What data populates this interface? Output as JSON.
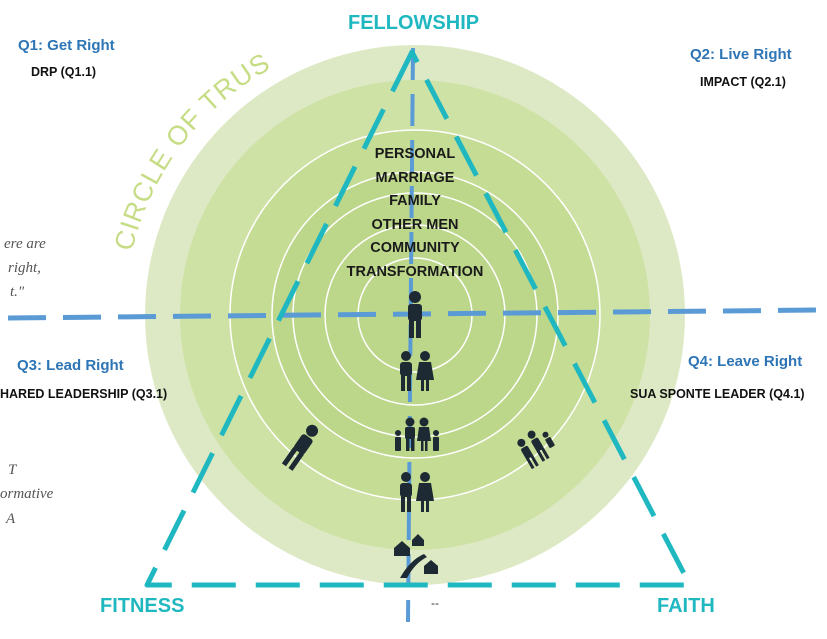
{
  "vertices": {
    "top": "FELLOWSHIP",
    "bottom_left": "FITNESS",
    "bottom_right": "FAITH"
  },
  "circle_label": "CIRCLE OF TRUST",
  "quadrants": [
    {
      "title": "Q1: Get Right",
      "subtitle": "DRP (Q1.1)"
    },
    {
      "title": "Q2: Live Right",
      "subtitle": "IMPACT (Q2.1)"
    },
    {
      "title": "Q3: Lead Right",
      "subtitle": "HARED LEADERSHIP (Q3.1)"
    },
    {
      "title": "Q4: Leave Right",
      "subtitle": "SUA SPONTE LEADER (Q4.1)"
    }
  ],
  "levels": [
    "PERSONAL",
    "MARRIAGE",
    "FAMILY",
    "OTHER MEN",
    "COMMUNITY",
    "TRANSFORMATION"
  ],
  "quote_fragments": [
    "ere are",
    "right,",
    "t.\"",
    "T",
    "ormative",
    "A"
  ],
  "bottom_mark": "--",
  "colors": {
    "ring_outer": "#dde9c4",
    "ring_2": "#cfe2a6",
    "ring_3": "#c4dc94",
    "ring_inner": "#bcd68a",
    "ring_stroke": "#ffffff",
    "triangle": "#20b8c0",
    "axis": "#5b9bd5",
    "circle_label": "#c6dd86",
    "quadrant_title": "#2e75b6",
    "icons": "#1e2a33"
  },
  "icons": [
    "person-icon",
    "couple-icon",
    "family-icon",
    "walking-man-icon",
    "group-icon",
    "couple-icon",
    "community-icon"
  ]
}
